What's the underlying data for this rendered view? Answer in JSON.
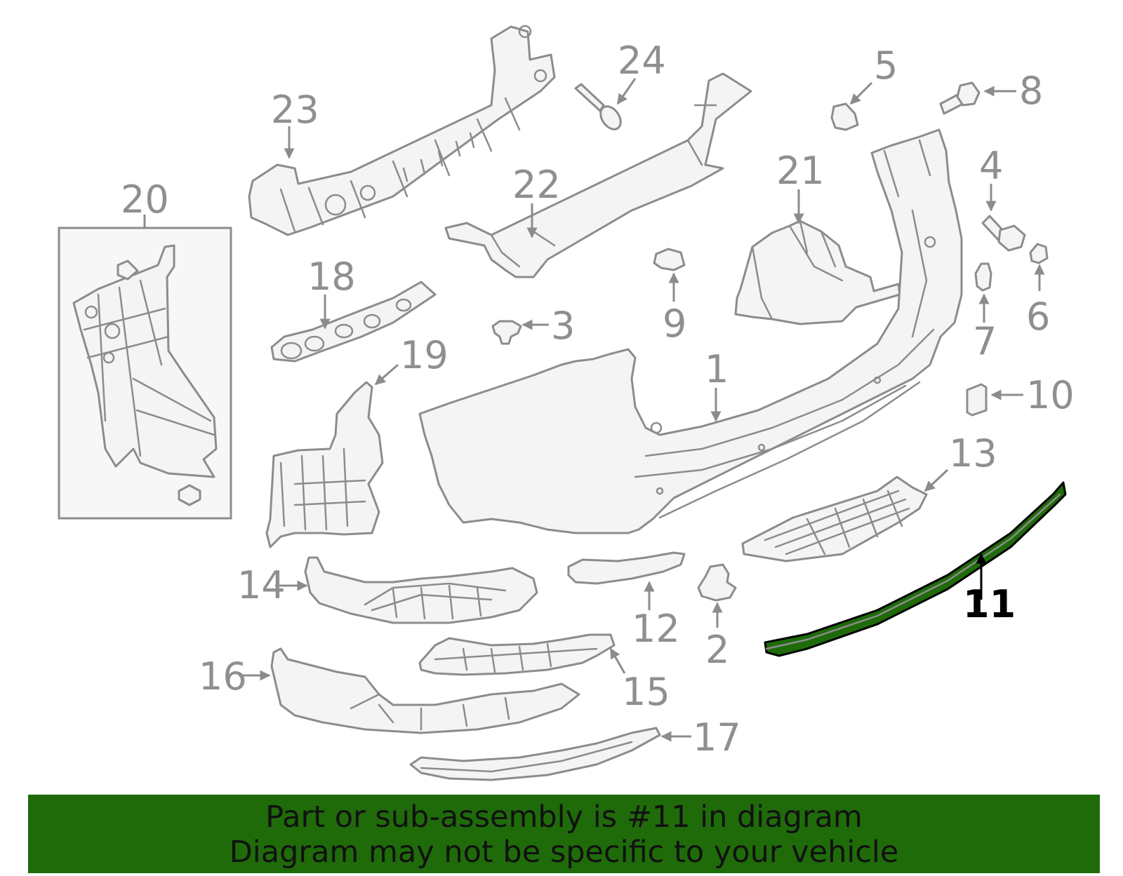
{
  "diagram": {
    "highlight_color": "#1f6b0a",
    "highlighted_part": "11",
    "callouts": [
      "1",
      "2",
      "3",
      "4",
      "5",
      "6",
      "7",
      "8",
      "9",
      "10",
      "11",
      "12",
      "13",
      "14",
      "15",
      "16",
      "17",
      "18",
      "19",
      "20",
      "21",
      "22",
      "23",
      "24"
    ]
  },
  "banner": {
    "background": "#1f6b0a",
    "line1": "Part or sub-assembly is #11 in diagram",
    "line2": "Diagram may not be specific to your vehicle"
  }
}
